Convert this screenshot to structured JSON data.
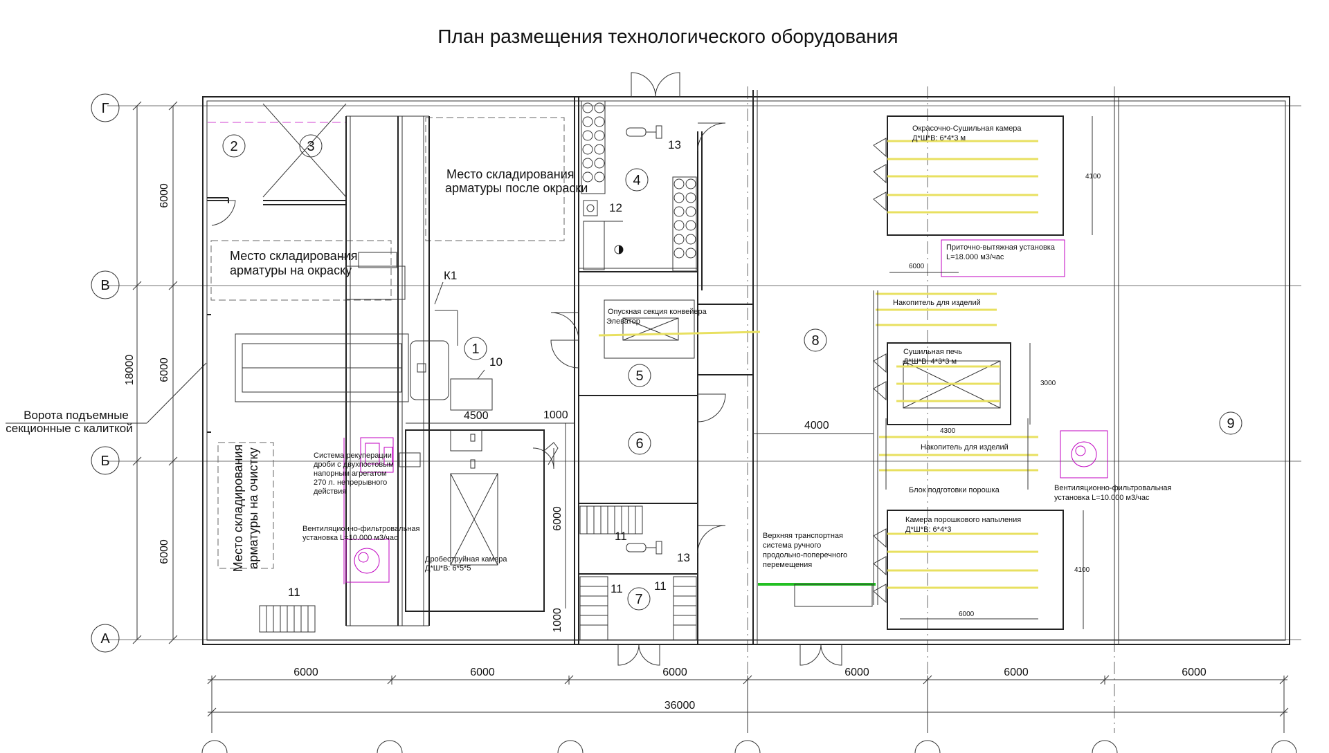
{
  "title": "План размещения технологического оборудования",
  "axes_rows": {
    "g": "Г",
    "v": "В",
    "b": "Б",
    "a": "А"
  },
  "dimensions": {
    "bays": [
      "6000",
      "6000",
      "6000",
      "6000",
      "6000",
      "6000"
    ],
    "total": "36000",
    "left_spans": [
      "6000",
      "6000",
      "6000"
    ],
    "left_total": "18000",
    "d4500": "4500",
    "d1000_top": "1000",
    "d6000_vert": "6000",
    "d1000_bottom": "1000",
    "d4000": "4000",
    "d4100_top": "4100",
    "d6000_top": "6000",
    "d3000": "3000",
    "d4300": "4300",
    "d4100_bottom": "4100",
    "d6000_bottom": "6000"
  },
  "rooms": {
    "r1": "1",
    "r2": "2",
    "r3": "3",
    "r4": "4",
    "r5": "5",
    "r6": "6",
    "r7": "7",
    "r8": "8",
    "r9": "9",
    "r10": "10",
    "r12": "12",
    "r13_top": "13",
    "r13_bottom": "13",
    "r11_a": "11",
    "r11_b": "11",
    "r11_c": "11",
    "r11_d": "11",
    "k1": "К1"
  },
  "labels": {
    "storage_after_paint_1": "Место складирования",
    "storage_after_paint_2": "арматуры после окраски",
    "storage_to_paint_1": "Место складирования",
    "storage_to_paint_2": "арматуры на окраску",
    "storage_cleaning_1": "Место складирования",
    "storage_cleaning_2": "арматуры на очистку",
    "gates_1": "Ворота подъемные",
    "gates_2": "секционные с калиткой",
    "recup_1": "Система рекуперации",
    "recup_2": "дроби с двухпостовым",
    "recup_3": "напорным агрегатом",
    "recup_4": "270 л. непрерывного",
    "recup_5": "действия",
    "vent_left_1": "Вентиляционно-фильтровальная",
    "vent_left_2": "установка L=10.000 м3/час",
    "shot_1": "Дробеструйная камера",
    "shot_2": "Д*Ш*В: 6*5*5",
    "lowering_1": "Опускная секция конвейера",
    "lowering_2": "Элеватор",
    "paint_dry_1": "Окрасочно-Сушильная камера",
    "paint_dry_2": "Д*Ш*В: 6*4*3 м",
    "supply_1": "Приточно-вытяжная установка",
    "supply_2": "L=18.000 м3/час",
    "accum_top": "Накопитель для изделий",
    "oven_1": "Сушильная печь",
    "oven_2": "Д*Ш*В: 4*3*3 м",
    "accum_bottom": "Накопитель для изделий",
    "powder_block": "Блок подготовки порошка",
    "vent_right_1": "Вентиляционно-фильтровальная",
    "vent_right_2": "установка L=10.000 м3/час",
    "powder_cam_1": "Камера порошкового напыления",
    "powder_cam_2": "Д*Ш*В: 6*4*3",
    "transport_1": "Верхняя транспортная",
    "transport_2": "система ручного",
    "transport_3": "продольно-поперечного",
    "transport_4": "перемещения"
  },
  "colors": {
    "magenta": "#c000c0",
    "yellow": "#e8e060",
    "green": "#22c022"
  }
}
